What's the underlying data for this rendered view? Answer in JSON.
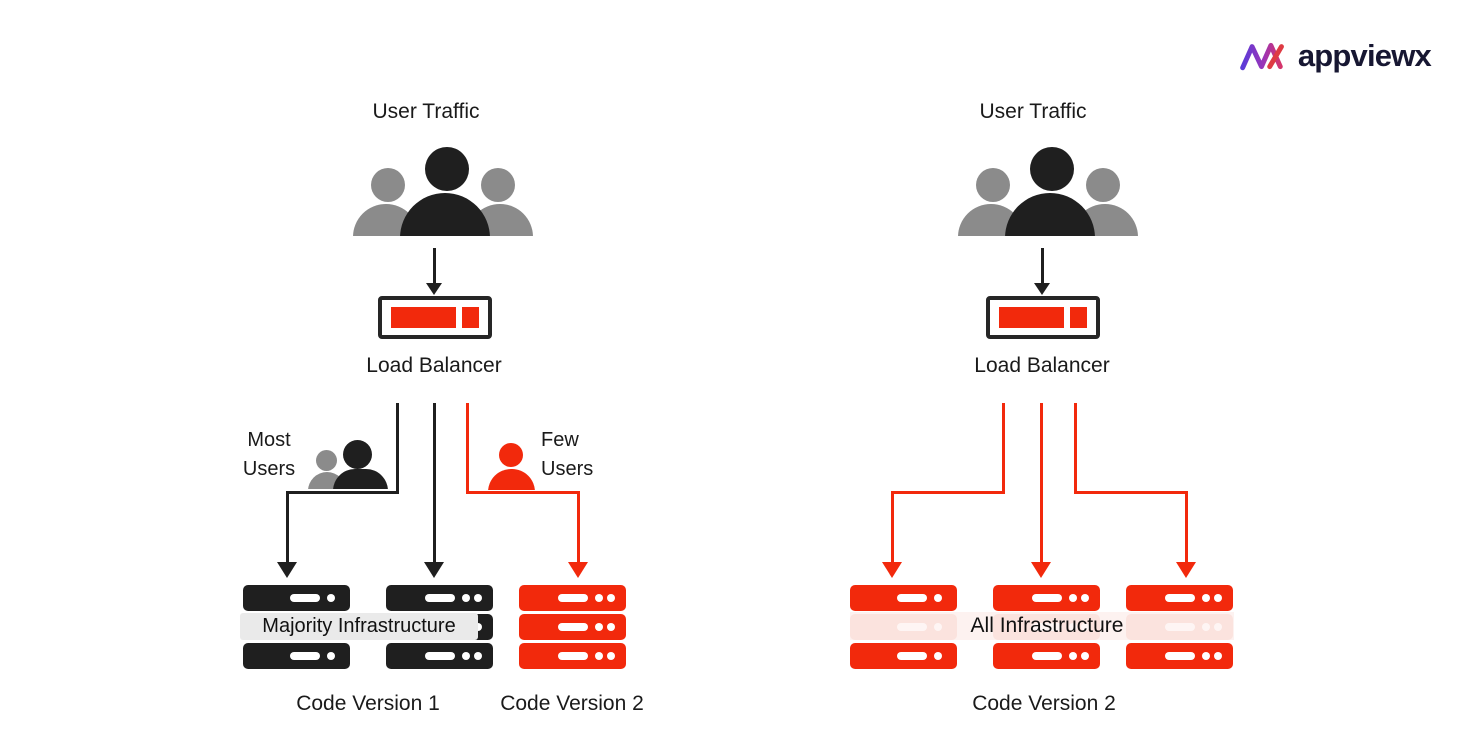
{
  "logo": {
    "brand": "appviewx"
  },
  "colors": {
    "accent_red": "#F2290C",
    "ink_black": "#1F1F1F",
    "person_gray": "#8B8B8B",
    "label_band_gray": "#EAEAEA",
    "pale_red_row": "#FBE3DE",
    "pale_red_band": "#FDF2F0",
    "logo_navy": "#171732"
  },
  "left_diagram": {
    "user_traffic_label": "User Traffic",
    "load_balancer_label": "Load Balancer",
    "most_users_line1": "Most",
    "most_users_line2": "Users",
    "few_users_line1": "Few",
    "few_users_line2": "Users",
    "infrastructure_label": "Majority Infrastructure",
    "code_version_1_label": "Code Version 1",
    "code_version_2_label": "Code Version 2"
  },
  "right_diagram": {
    "user_traffic_label": "User Traffic",
    "load_balancer_label": "Load Balancer",
    "infrastructure_label": "All Infrastructure",
    "code_version_label": "Code Version 2"
  }
}
